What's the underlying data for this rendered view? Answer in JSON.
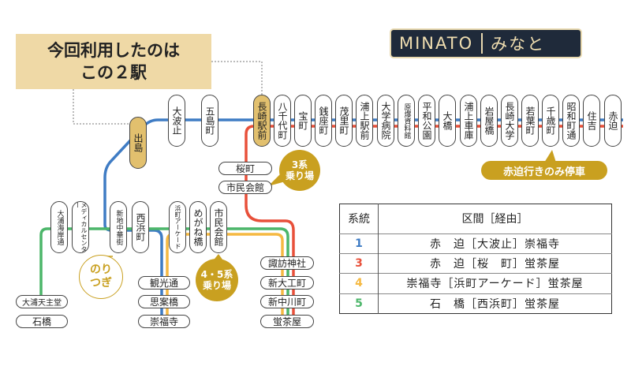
{
  "title": {
    "line1": "今回利用したのは",
    "line2": "この２駅"
  },
  "logo": {
    "en": "MINATO",
    "jp": "みなと"
  },
  "top_stations": [
    {
      "name": "大波止",
      "highlight": false
    },
    {
      "name": "五島町",
      "highlight": false
    },
    {
      "name": "長崎駅前",
      "highlight": true
    },
    {
      "name": "八千代町",
      "highlight": false
    },
    {
      "name": "宝町",
      "highlight": false
    },
    {
      "name": "銭座町",
      "highlight": false
    },
    {
      "name": "茂里町",
      "highlight": false
    },
    {
      "name": "浦上駅前",
      "highlight": false
    },
    {
      "name": "大学病院",
      "highlight": false
    },
    {
      "name": "原爆資料館",
      "highlight": false
    },
    {
      "name": "平和公園",
      "highlight": false
    },
    {
      "name": "大橋",
      "highlight": false
    },
    {
      "name": "浦上車庫",
      "highlight": false
    },
    {
      "name": "岩屋橋",
      "highlight": false
    },
    {
      "name": "長崎大学",
      "highlight": false
    },
    {
      "name": "若葉町",
      "highlight": false
    },
    {
      "name": "千歳町",
      "highlight": false
    },
    {
      "name": "昭和町通",
      "highlight": false
    },
    {
      "name": "住吉",
      "highlight": false
    },
    {
      "name": "赤迫",
      "highlight": false
    }
  ],
  "dejima": "出島",
  "lower_stations": [
    "大浦海岸通",
    "メディカルセンター",
    "新地中華街",
    "西浜町",
    "浜町アーケード",
    "めがね橋",
    "市民会館"
  ],
  "left_stations": [
    "大浦天主堂",
    "石橋"
  ],
  "mid_stations": [
    "観光通",
    "思案橋",
    "崇福寺"
  ],
  "red_stations": [
    "桜町",
    "市民会館"
  ],
  "right_stations": [
    "諏訪神社",
    "新大工町",
    "新中川町",
    "蛍茶屋"
  ],
  "callouts": {
    "line3_l1": "3系",
    "line3_l2": "乗り場",
    "line45_l1": "4・5系",
    "line45_l2": "乗り場",
    "transfer_l1": "のり",
    "transfer_l2": "つぎ",
    "akasako_only": "赤迫行きのみ停車"
  },
  "legend": {
    "h_line": "系統",
    "h_section": "区間［経由］",
    "rows": [
      {
        "num": "1",
        "color": "#3f7cc4",
        "section": "赤　迫［大波止］崇福寺"
      },
      {
        "num": "3",
        "color": "#e8503a",
        "section": "赤　迫［桜　町］蛍茶屋"
      },
      {
        "num": "4",
        "color": "#f5b942",
        "section": "崇福寺［浜町アーケード］蛍茶屋"
      },
      {
        "num": "5",
        "color": "#4cb66a",
        "section": "石　橋［西浜町］蛍茶屋"
      }
    ]
  }
}
